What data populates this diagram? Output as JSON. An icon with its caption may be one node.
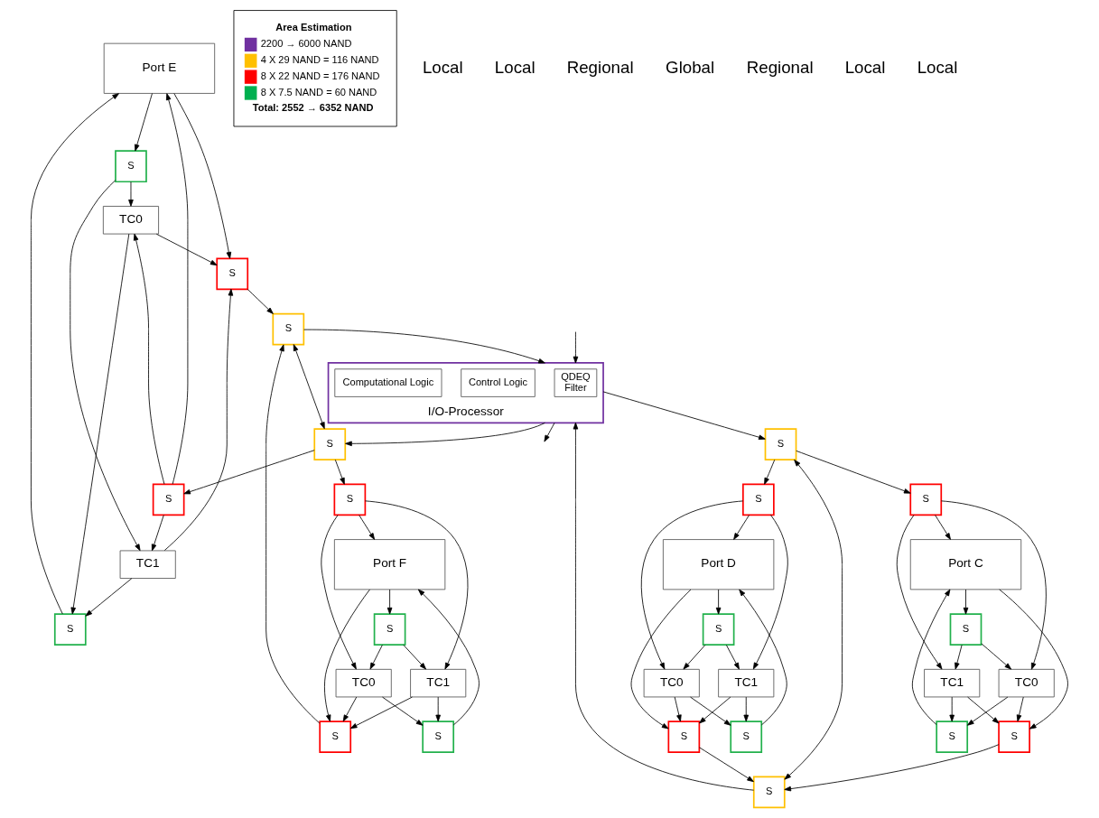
{
  "diagram": {
    "nodes": [
      {
        "text": [
          "Port E"
        ]
      },
      {
        "text": [
          "S"
        ]
      },
      {
        "text": [
          "TC0"
        ]
      },
      {
        "text": [
          "S"
        ]
      },
      {
        "text": [
          "TC1"
        ]
      },
      {
        "text": [
          "S"
        ]
      },
      {
        "text": [
          "S"
        ]
      },
      {
        "text": [
          "Port F"
        ]
      },
      {
        "text": [
          "S"
        ]
      },
      {
        "text": [
          "TC0"
        ]
      },
      {
        "text": [
          "S"
        ]
      },
      {
        "text": [
          "TC1"
        ]
      },
      {
        "text": [
          "S"
        ]
      },
      {
        "text": [
          "S"
        ]
      },
      {
        "text": [
          "S"
        ]
      },
      {
        "text": [
          "S"
        ]
      },
      {
        "text": [
          "I/O-Processor"
        ]
      },
      {
        "text": [
          "QDEQ",
          "Filter"
        ],
        "in": 16
      },
      {
        "text": [
          "Control Logic"
        ],
        "in": 16
      },
      {
        "text": [
          "Computational Logic"
        ],
        "in": 16
      },
      {
        "text": [
          "S"
        ]
      },
      {
        "text": [
          "S"
        ]
      },
      {
        "text": [
          "S"
        ]
      },
      {
        "text": [
          "S"
        ]
      },
      {
        "text": [
          "Port C"
        ]
      },
      {
        "text": [
          "S"
        ]
      },
      {
        "text": [
          "TC1"
        ]
      },
      {
        "text": [
          "S"
        ]
      },
      {
        "text": [
          "TC0"
        ]
      },
      {
        "text": [
          "S"
        ]
      },
      {
        "text": [
          "S"
        ]
      },
      {
        "text": [
          "Port D"
        ]
      },
      {
        "text": [
          "S"
        ]
      },
      {
        "text": [
          "TC1"
        ]
      },
      {
        "text": [
          "S"
        ]
      },
      {
        "text": [
          "TC0"
        ]
      }
    ],
    "edges": [
      {
        "from": 2,
        "to": 1,
        "arrow": "to"
      },
      {
        "from": 1,
        "to": 0,
        "arrow": "to"
      },
      {
        "from": 0,
        "to": 3,
        "arrow": "to"
      },
      {
        "from": 3,
        "to": 4,
        "arrow": "to"
      },
      {
        "from": 3,
        "to": 2,
        "arrow": "to"
      },
      {
        "from": 4,
        "to": 1,
        "arrow": "to"
      },
      {
        "from": 0,
        "to": 5,
        "arrow": "to"
      },
      {
        "from": 2,
        "to": 5,
        "arrow": "to"
      },
      {
        "from": 4,
        "to": 5,
        "arrow": "to"
      },
      {
        "from": 6,
        "to": 2,
        "arrow": "to"
      },
      {
        "from": 6,
        "to": 4,
        "arrow": "to"
      },
      {
        "from": 6,
        "to": 0,
        "arrow": "to"
      },
      {
        "from": 9,
        "to": 8,
        "arrow": "to"
      },
      {
        "from": 8,
        "to": 7,
        "arrow": "to"
      },
      {
        "from": 7,
        "to": 10,
        "arrow": "to"
      },
      {
        "from": 10,
        "to": 11,
        "arrow": "to"
      },
      {
        "from": 10,
        "to": 9,
        "arrow": "to"
      },
      {
        "from": 11,
        "to": 8,
        "arrow": "to"
      },
      {
        "from": 7,
        "to": 12,
        "arrow": "to"
      },
      {
        "from": 9,
        "to": 12,
        "arrow": "to"
      },
      {
        "from": 11,
        "to": 12,
        "arrow": "to"
      },
      {
        "from": 13,
        "to": 9,
        "arrow": "to"
      },
      {
        "from": 13,
        "to": 11,
        "arrow": "to"
      },
      {
        "from": 13,
        "to": 7,
        "arrow": "to"
      },
      {
        "from": 5,
        "to": 14,
        "arrow": "to"
      },
      {
        "from": 12,
        "to": 14,
        "arrow": "to"
      },
      {
        "from": 15,
        "to": 6,
        "arrow": "to"
      },
      {
        "from": 14,
        "to": 15,
        "arrow": "both"
      },
      {
        "from": 15,
        "to": 13,
        "arrow": "to"
      },
      {
        "from": 14,
        "to": 16,
        "arrow": "to"
      },
      {
        "from": 16,
        "to": 15,
        "arrow": "to"
      },
      {
        "from": null,
        "to": 16,
        "arrow": "to"
      },
      {
        "from": 16,
        "to": null,
        "arrow": "to"
      },
      {
        "from": 16,
        "to": 21,
        "arrow": "to"
      },
      {
        "from": 20,
        "to": 16,
        "arrow": "to"
      },
      {
        "from": 20,
        "to": 21,
        "arrow": "both"
      },
      {
        "from": 22,
        "to": 20,
        "arrow": "to"
      },
      {
        "from": 29,
        "to": 20,
        "arrow": "to"
      },
      {
        "from": 21,
        "to": 23,
        "arrow": "to"
      },
      {
        "from": 21,
        "to": 30,
        "arrow": "to"
      },
      {
        "from": 28,
        "to": 22,
        "arrow": "to"
      },
      {
        "from": 26,
        "to": 22,
        "arrow": "to"
      },
      {
        "from": 24,
        "to": 22,
        "arrow": "to"
      },
      {
        "from": 23,
        "to": 24,
        "arrow": "to"
      },
      {
        "from": 23,
        "to": 26,
        "arrow": "to"
      },
      {
        "from": 23,
        "to": 28,
        "arrow": "to"
      },
      {
        "from": 26,
        "to": 25,
        "arrow": "to"
      },
      {
        "from": 25,
        "to": 24,
        "arrow": "to"
      },
      {
        "from": 24,
        "to": 27,
        "arrow": "to"
      },
      {
        "from": 27,
        "to": 26,
        "arrow": "to"
      },
      {
        "from": 28,
        "to": 25,
        "arrow": "to"
      },
      {
        "from": 27,
        "to": 28,
        "arrow": "to"
      },
      {
        "from": 35,
        "to": 29,
        "arrow": "to"
      },
      {
        "from": 33,
        "to": 29,
        "arrow": "to"
      },
      {
        "from": 31,
        "to": 29,
        "arrow": "to"
      },
      {
        "from": 30,
        "to": 31,
        "arrow": "to"
      },
      {
        "from": 30,
        "to": 33,
        "arrow": "to"
      },
      {
        "from": 30,
        "to": 35,
        "arrow": "to"
      },
      {
        "from": 33,
        "to": 32,
        "arrow": "to"
      },
      {
        "from": 32,
        "to": 31,
        "arrow": "to"
      },
      {
        "from": 31,
        "to": 34,
        "arrow": "to"
      },
      {
        "from": 34,
        "to": 33,
        "arrow": "to"
      },
      {
        "from": 35,
        "to": 32,
        "arrow": "to"
      },
      {
        "from": 34,
        "to": 35,
        "arrow": "to"
      }
    ],
    "labels": [
      "Local",
      "Local",
      "Regional",
      "Area Estimation",
      "Global",
      "Total: 2552 → 6352 NAND",
      "Regional",
      "Local",
      "Local"
    ],
    "legend": [
      {
        "text": "2200 → 6000 NAND",
        "color": "#7030a0"
      },
      {
        "text": "4 X 29 NAND = 116 NAND",
        "color": "#ffc000"
      },
      {
        "text": "8 X 22 NAND = 176 NAND",
        "color": "#ff0000"
      },
      {
        "text": "8 X 7.5 NAND = 60 NAND",
        "color": "#00b050"
      }
    ]
  }
}
